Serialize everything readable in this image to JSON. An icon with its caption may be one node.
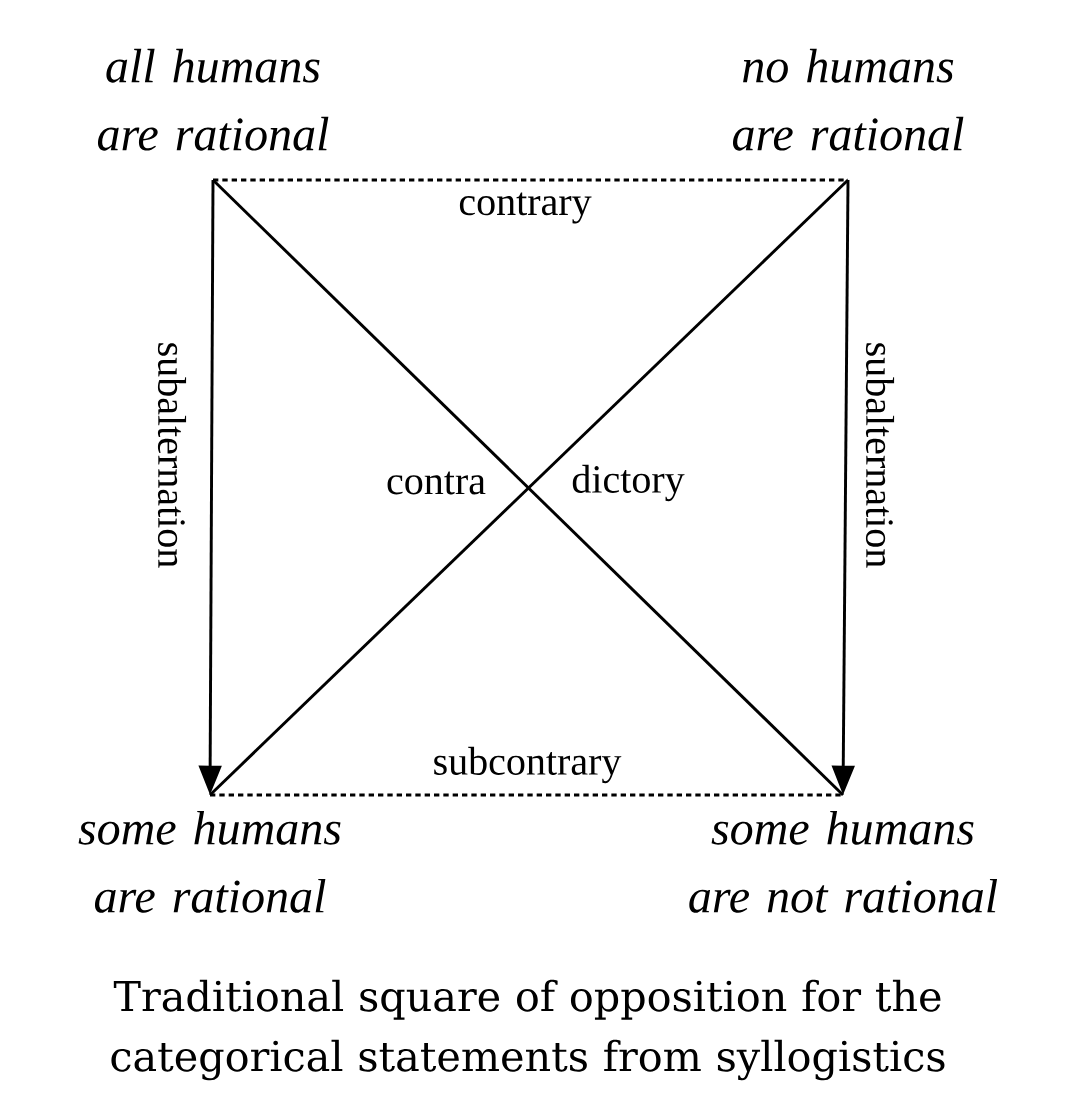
{
  "diagram": {
    "caption": "Traditional square of opposition for the categorical statements from syllogistics",
    "nodes": [
      {
        "text": [
          "all humans are rational"
        ]
      },
      {
        "text": [
          "no humans are rational"
        ]
      },
      {
        "text": [
          "some humans are rational"
        ]
      },
      {
        "text": [
          "some humans are not rational"
        ]
      }
    ],
    "edges": [
      {
        "from": 0,
        "to": 1,
        "arrow": "none",
        "style": "dashed",
        "label": "contrary"
      },
      {
        "from": 0,
        "to": 2,
        "arrow": "to",
        "label": "subalternation"
      },
      {
        "from": 1,
        "to": 3,
        "arrow": "to",
        "label": "subalternation"
      },
      {
        "from": 0,
        "to": 3,
        "arrow": "none"
      },
      {
        "from": 1,
        "to": 2,
        "arrow": "none"
      },
      {
        "from": 2,
        "to": 3,
        "arrow": "none",
        "style": "dashed",
        "label": "subcontrary"
      }
    ],
    "labels": [
      "contra",
      "dictory"
    ]
  }
}
